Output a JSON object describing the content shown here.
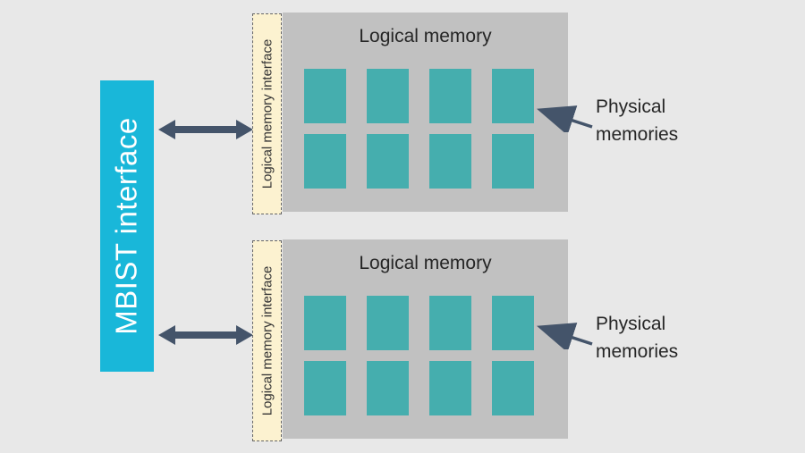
{
  "diagram": {
    "background_color": "#e8e8e8",
    "text_color": "#262626",
    "arrow_color": "#44546a",
    "mbist_interface": {
      "label": "MBIST interface",
      "fill_color": "#19b7d9",
      "text_color": "#ffffff"
    },
    "memory_block_fill": "#c1c1c1",
    "physical_memory_fill": "#45aeae",
    "interface_strip_fill": "#fcf2d0",
    "blocks": [
      {
        "title": "Logical memory",
        "interface_label": "Logical memory interface",
        "physical_label_lines": [
          "Physical",
          "memories"
        ],
        "physical_memory_rows": 2,
        "physical_memory_cols": 4
      },
      {
        "title": "Logical memory",
        "interface_label": "Logical memory interface",
        "physical_label_lines": [
          "Physical",
          "memories"
        ],
        "physical_memory_rows": 2,
        "physical_memory_cols": 4
      }
    ]
  }
}
